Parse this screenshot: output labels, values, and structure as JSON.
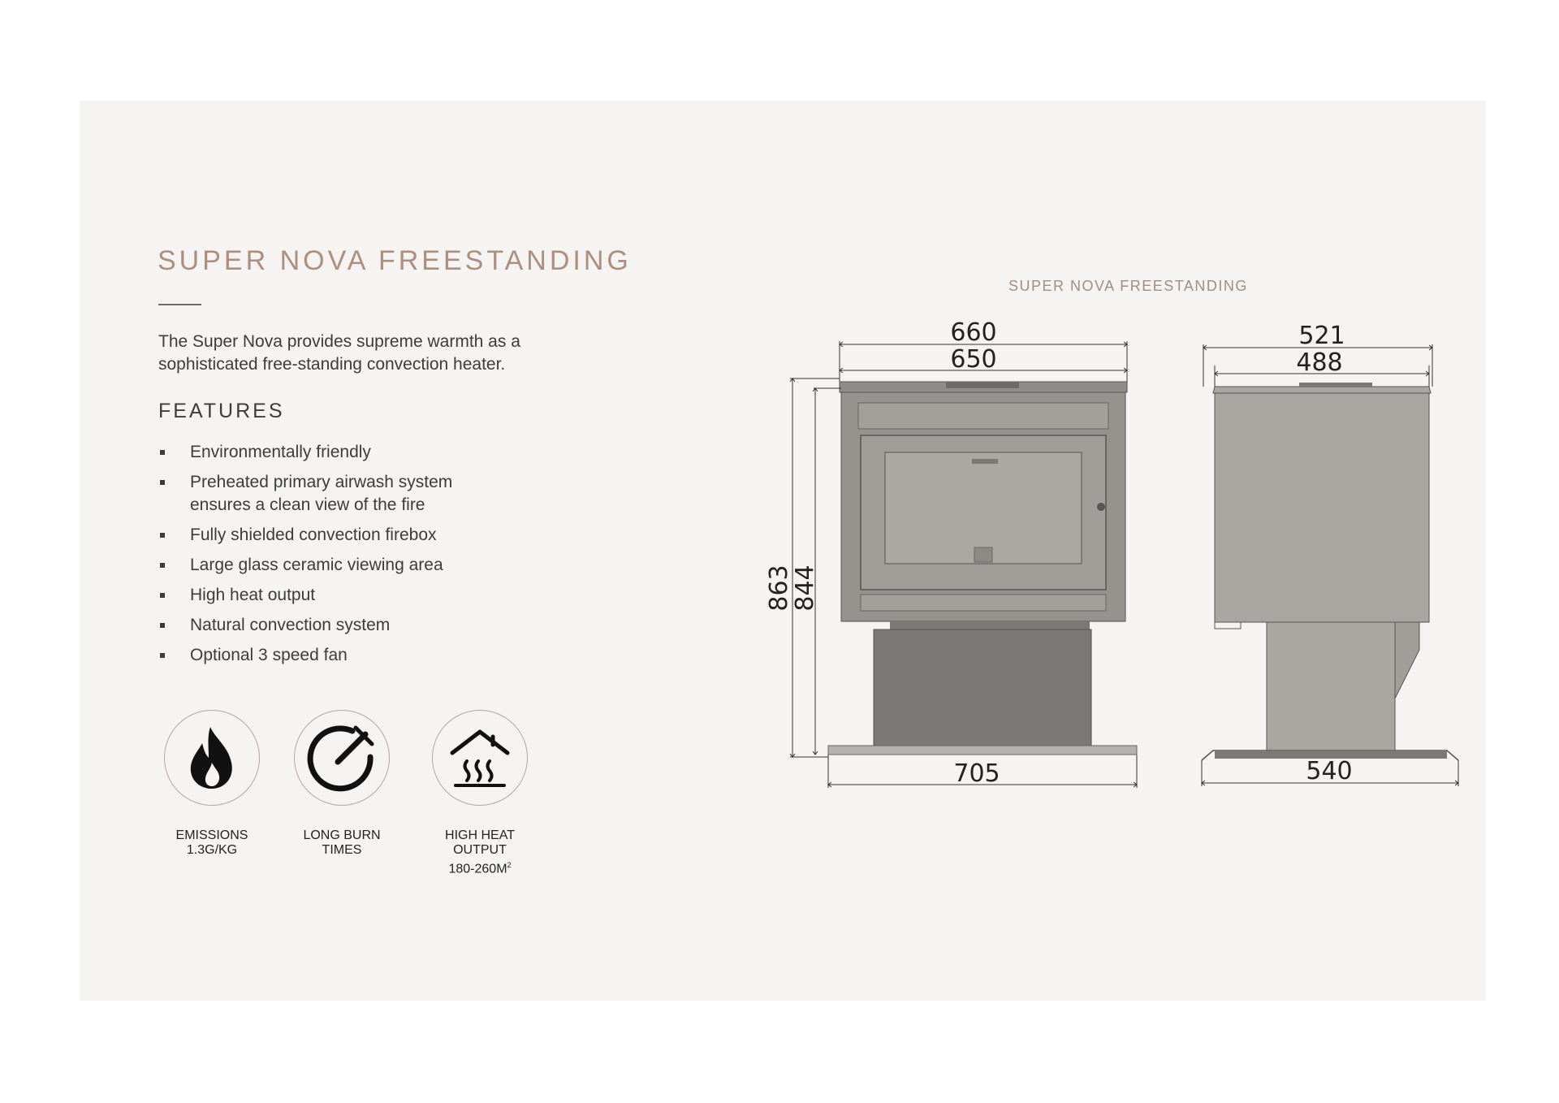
{
  "product": {
    "title": "SUPER NOVA FREESTANDING",
    "intro": "The Super Nova provides supreme warmth as a sophisticated free-standing convection heater."
  },
  "features": {
    "heading": "FEATURES",
    "items": [
      [
        "Environmentally friendly"
      ],
      [
        "Preheated primary airwash system",
        "ensures a clean view of the fire"
      ],
      [
        "Fully shielded convection firebox"
      ],
      [
        "Large glass ceramic viewing area"
      ],
      [
        "High heat output"
      ],
      [
        "Natural convection system"
      ],
      [
        "Optional 3 speed fan"
      ]
    ]
  },
  "badges": [
    {
      "icon": "flame-icon",
      "lines": [
        "EMISSIONS",
        "1.3g/kg"
      ]
    },
    {
      "icon": "gauge-icon",
      "lines": [
        "LONG BURN",
        "TIMES"
      ]
    },
    {
      "icon": "house-heat-icon",
      "lines": [
        "HIGH HEAT",
        "OUTPUT",
        "180-260m"
      ],
      "superscript": "2"
    }
  ],
  "drawing": {
    "title": "SUPER NOVA FREESTANDING",
    "front": {
      "top_width_outer": "660",
      "top_width_inner": "650",
      "height_total": "863",
      "height_body": "844",
      "base_width": "705"
    },
    "side": {
      "top_depth_outer": "521",
      "top_depth_inner": "488",
      "base_depth": "540"
    }
  },
  "colors": {
    "accent": "#ad8f7e",
    "panel": "#f5f4f2",
    "stove": "#a9a6a3",
    "stove_dark": "#7b7875",
    "text": "#3c3c3c"
  }
}
